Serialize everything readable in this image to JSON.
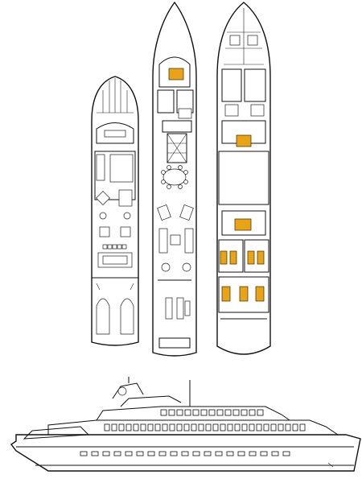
{
  "image": {
    "kind": "yacht-general-arrangement",
    "views": [
      "deck-plan-upper",
      "deck-plan-main",
      "deck-plan-lower",
      "side-profile"
    ]
  },
  "colors": {
    "line": "#111111",
    "background": "#ffffff",
    "bed_highlight": "#e8a317"
  }
}
